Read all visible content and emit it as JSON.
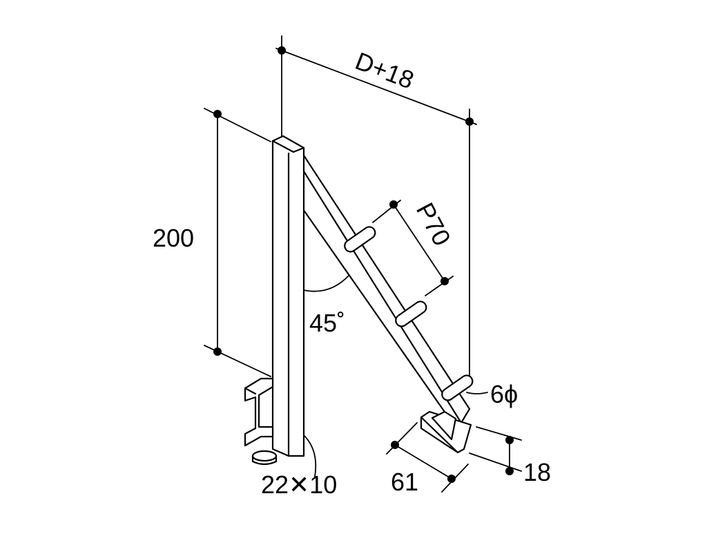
{
  "drawing": {
    "labels": {
      "overall_depth": "D+18",
      "height": "200",
      "pitch": "P70",
      "angle": "45˚",
      "rod_diameter": "6ϕ",
      "hook_height": "18",
      "hook_width": "61",
      "post_section": "22✕10"
    }
  }
}
